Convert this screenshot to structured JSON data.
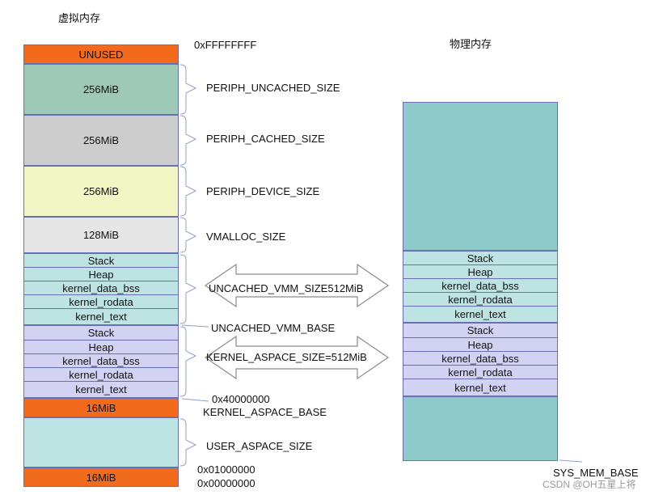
{
  "titles": {
    "virtual": "虚拟内存",
    "physical": "物理内存"
  },
  "virtual_blocks": {
    "unused": "UNUSED",
    "periph_uncached": "256MiB",
    "periph_cached": "256MiB",
    "periph_device": "256MiB",
    "vmalloc": "128MiB",
    "kernel_16": "16MiB",
    "user_16": "16MiB"
  },
  "uncached_rows": [
    "Stack",
    "Heap",
    "kernel_data_bss",
    "kernel_rodata",
    "kernel_text"
  ],
  "kernel_rows": [
    "Stack",
    "Heap",
    "kernel_data_bss",
    "kernel_rodata",
    "kernel_text"
  ],
  "phys_uncached_rows": [
    "Stack",
    "Heap",
    "kernel_data_bss",
    "kernel_rodata",
    "kernel_text"
  ],
  "phys_kernel_rows": [
    "Stack",
    "Heap",
    "kernel_data_bss",
    "kernel_rodata",
    "kernel_text"
  ],
  "labels": {
    "periph_uncached_size": "PERIPH_UNCACHED_SIZE",
    "periph_cached_size": "PERIPH_CACHED_SIZE",
    "periph_device_size": "PERIPH_DEVICE_SIZE",
    "vmalloc_size": "VMALLOC_SIZE",
    "uncached_vmm_size": "UNCACHED_VMM_SIZE512MiB",
    "uncached_vmm_base": "UNCACHED_VMM_BASE",
    "kernel_aspace_size": "KERNEL_ASPACE_SIZE=512MiB",
    "kernel_aspace_base": "KERNEL_ASPACE_BASE",
    "user_aspace_size": "USER_ASPACE_SIZE",
    "sys_mem_base": "SYS_MEM_BASE"
  },
  "addresses": {
    "top": "0xFFFFFFFF",
    "kernel_base": "0x40000000",
    "user_top": "0x01000000",
    "zero": "0x00000000"
  },
  "watermark": "CSDN @OH五星上将",
  "colors": {
    "orange": "#f26a1b",
    "green": "#9ec8b7",
    "gray": "#cdcdcd",
    "yellow": "#f2f5c4",
    "lightgray": "#e6e6e6",
    "teal": "#bde3e3",
    "lavender": "#d2d2f2",
    "phys_teal": "#8fcaca",
    "border": "#6a6fb4"
  }
}
